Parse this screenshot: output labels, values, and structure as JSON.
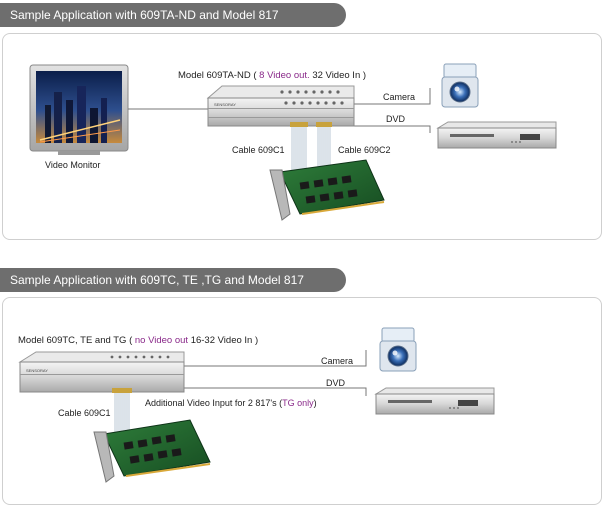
{
  "section1": {
    "title": "Sample Application with 609TA-ND and Model 817",
    "model_prefix": "Model 609TA-ND (",
    "model_highlight": "8 Video out.",
    "model_suffix": " 32 Video In )",
    "camera_label": "Camera",
    "dvd_label": "DVD",
    "cable1_label": "Cable 609C1",
    "cable2_label": "Cable 609C2",
    "monitor_label": "Video Monitor",
    "device_brand": "SENSORAY"
  },
  "section2": {
    "title": "Sample Application with 609TC, TE ,TG and Model 817",
    "model_prefix": "Model 609TC, TE and TG (",
    "model_highlight": "no Video out",
    "model_suffix": " 16-32 Video In )",
    "camera_label": "Camera",
    "dvd_label": "DVD",
    "cable_label": "Cable 609C1",
    "additional_prefix": "Additional Video Input for 2 817's (",
    "additional_highlight": "TG only",
    "additional_suffix": ")",
    "device_brand": "SENSORAY"
  },
  "colors": {
    "header_bg": "#6e6e6e",
    "highlight": "#8a2a8a",
    "panel_border": "#cfcfcf"
  }
}
